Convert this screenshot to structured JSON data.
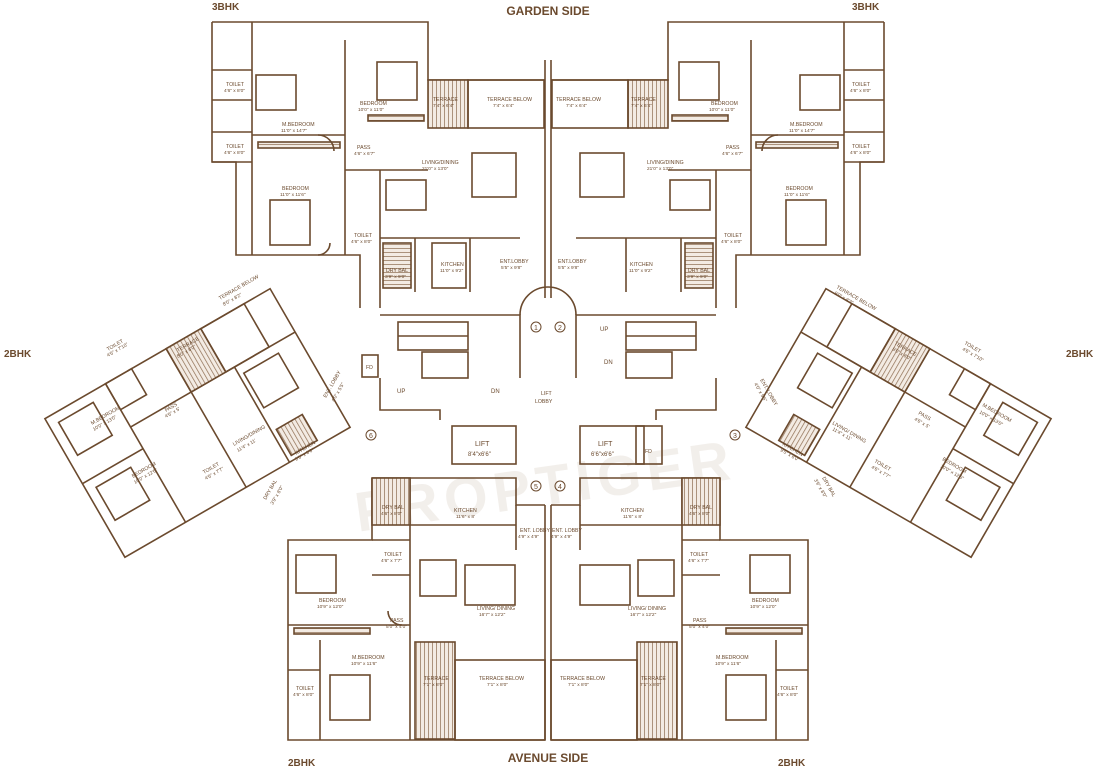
{
  "title_labels": {
    "top": "GARDEN SIDE",
    "bottom": "AVENUE SIDE",
    "top_left": "3BHK",
    "top_right": "3BHK",
    "mid_left": "2BHK",
    "mid_right": "2BHK",
    "bottom_left": "2BHK",
    "bottom_right": "2BHK"
  },
  "watermark": "PROPTIGER",
  "colors": {
    "wall": "#6b4a2e",
    "fill": "#f3ebe3",
    "hatch": "#8c6b4f",
    "bg": "#ffffff"
  },
  "units_3bhk_left": {
    "toilet_1": {
      "name": "TOILET",
      "dim": "4'6\" x 8'0\""
    },
    "toilet_2": {
      "name": "TOILET",
      "dim": "4'6\" x 8'0\""
    },
    "m_bedroom": {
      "name": "M.BEDROOM",
      "dim": "11'0\" x 14'7\""
    },
    "bedroom_top": {
      "name": "BEDROOM",
      "dim": "10'0\" x 11'0\""
    },
    "terrace": {
      "name": "TERRACE",
      "dim": "7'4\" x 6'4\""
    },
    "terrace_below": {
      "name": "TERRACE BELOW",
      "dim": "7'4\" x 6'4\""
    },
    "pass": {
      "name": "PASS",
      "dim": "4'6\" x 6'7\""
    },
    "living": {
      "name": "LIVING/DINING",
      "dim": "21'0\" x 13'0\""
    },
    "bedroom_bottom": {
      "name": "BEDROOM",
      "dim": "11'0\" x 11'6\""
    },
    "toilet_3": {
      "name": "TOILET",
      "dim": "4'6\" x 8'0\""
    },
    "dry_bal": {
      "name": "DRY BAL",
      "dim": "3'9\" x 9'0\""
    },
    "kitchen": {
      "name": "KITCHEN",
      "dim": "11'0\" x 9'2\""
    },
    "ent_lobby": {
      "name": "ENT.LOBBY",
      "dim": "5'5\" x 9'8\""
    }
  },
  "units_3bhk_right": {
    "toilet_1": {
      "name": "TOILET",
      "dim": "4'6\" x 8'0\""
    },
    "toilet_2": {
      "name": "TOILET",
      "dim": "4'6\" x 8'0\""
    },
    "m_bedroom": {
      "name": "M.BEDROOM",
      "dim": "11'0\" x 14'7\""
    },
    "bedroom_top": {
      "name": "BEDROOM",
      "dim": "10'0\" x 11'0\""
    },
    "terrace": {
      "name": "TERRACE",
      "dim": "7'4\" x 6'4\""
    },
    "terrace_below": {
      "name": "TERRACE BELOW",
      "dim": "7'4\" x 6'4\""
    },
    "pass": {
      "name": "PASS",
      "dim": "4'6\" x 6'7\""
    },
    "living": {
      "name": "LIVING/DINING",
      "dim": "21'0\" x 13'0\""
    },
    "bedroom_bottom": {
      "name": "BEDROOM",
      "dim": "11'0\" x 11'6\""
    },
    "toilet_3": {
      "name": "TOILET",
      "dim": "4'6\" x 8'0\""
    },
    "dry_bal": {
      "name": "DRY BAL",
      "dim": "3'9\" x 9'0\""
    },
    "kitchen": {
      "name": "KITCHEN",
      "dim": "11'0\" x 9'2\""
    },
    "ent_lobby": {
      "name": "ENT.LOBBY",
      "dim": "5'5\" x 9'8\""
    }
  },
  "core": {
    "lift_lobby": "LIFT\nLOBBY",
    "lift_lobby_1": "LIFT",
    "lift_lobby_2": "LOBBY",
    "lift_left": {
      "name": "LIFT",
      "dim": "8'4\"x6'6\""
    },
    "lift_right": {
      "name": "LIFT",
      "dim": "6'6\"x6'6\""
    },
    "up_left": "UP",
    "dn_left": "DN",
    "up_right": "UP",
    "dn_right": "DN",
    "fd_left": "FD",
    "fd_right": "FD",
    "flat_numbers": [
      "1",
      "2",
      "3",
      "4",
      "5",
      "6"
    ]
  },
  "units_2bhk_bottom_left": {
    "kitchen": {
      "name": "KITCHEN",
      "dim": "11'6\" x 8'"
    },
    "dry_bal": {
      "name": "DRY BAL",
      "dim": "4'6\" x 8'0\""
    },
    "ent_lobby": {
      "name": "ENT. LOBBY",
      "dim": "4'9\" x 4'9\""
    },
    "toilet_1": {
      "name": "TOILET",
      "dim": "4'6\" x 7'7\""
    },
    "bedroom": {
      "name": "BEDROOM",
      "dim": "10'9\" x 12'0\""
    },
    "living": {
      "name": "LIVING/ DINING",
      "dim": "16'7\" x 12'2\""
    },
    "pass": {
      "name": "PASS",
      "dim": "5'0\" x 4'0\""
    },
    "m_bedroom": {
      "name": "M.BEDROOM",
      "dim": "10'9\" x 11'6\""
    },
    "toilet_2": {
      "name": "TOILET",
      "dim": "4'6\" x 8'0\""
    },
    "terrace": {
      "name": "TERRACE",
      "dim": "7'1\" x 8'0\""
    },
    "terrace_below": {
      "name": "TERRACE BELOW",
      "dim": "7'1\" x 8'0\""
    }
  },
  "units_2bhk_bottom_right": {
    "kitchen": {
      "name": "KITCHEN",
      "dim": "11'6\" x 8'"
    },
    "dry_bal": {
      "name": "DRY BAL",
      "dim": "4'6\" x 8'0\""
    },
    "ent_lobby": {
      "name": "ENT. LOBBY",
      "dim": "4'9\" x 4'9\""
    },
    "toilet_1": {
      "name": "TOILET",
      "dim": "4'6\" x 7'7\""
    },
    "bedroom": {
      "name": "BEDROOM",
      "dim": "10'9\" x 12'0\""
    },
    "living": {
      "name": "LIVING/ DINING",
      "dim": "16'7\" x 12'2\""
    },
    "pass": {
      "name": "PASS",
      "dim": "5'0\" x 4'0\""
    },
    "m_bedroom": {
      "name": "M.BEDROOM",
      "dim": "10'9\" x 11'6\""
    },
    "toilet_2": {
      "name": "TOILET",
      "dim": "4'6\" x 8'0\""
    },
    "terrace": {
      "name": "TERRACE",
      "dim": "7'1\" x 8'0\""
    },
    "terrace_below": {
      "name": "TERRACE BELOW",
      "dim": "7'1\" x 8'0\""
    }
  },
  "units_2bhk_wing_left": {
    "terrace_below": {
      "name": "TERRACE BELOW",
      "dim": "8'0\" x 8'2\""
    },
    "terrace": {
      "name": "TERRACE",
      "dim": "8'0\" x 8'0\""
    },
    "toilet_1": {
      "name": "TOILET",
      "dim": "4'6\" x 7'10\""
    },
    "m_bedroom": {
      "name": "M.BEDROOM",
      "dim": "10'0\" x 13'0\""
    },
    "pass": {
      "name": "PASS",
      "dim": "4'6\" x 5'"
    },
    "bedroom": {
      "name": "BEDROOM",
      "dim": "10'0\" x 12'6\""
    },
    "toilet_2": {
      "name": "TOILET",
      "dim": "4'6\" x 7'7\""
    },
    "living": {
      "name": "LIVING/DINING",
      "dim": "11'4\" x 11'"
    },
    "ent_lobby": {
      "name": "ENT. LOBBY",
      "dim": "4'0\" x 5'5\""
    },
    "kitchen": {
      "name": "KITCHEN",
      "dim": "9'5\" x 8'0\""
    },
    "dry_bal": {
      "name": "DRY BAL",
      "dim": "3'9\" x 8'0\""
    }
  },
  "units_2bhk_wing_right": {
    "terrace_below": {
      "name": "TERRACE BELOW",
      "dim": "8'0\" x 8'2\""
    },
    "terrace": {
      "name": "TERRACE",
      "dim": "8'0\" x 8'0\""
    },
    "toilet_1": {
      "name": "TOILET",
      "dim": "4'6\" x 7'10\""
    },
    "m_bedroom": {
      "name": "M.BEDROOM",
      "dim": "10'0\" x 13'0\""
    },
    "pass": {
      "name": "PASS",
      "dim": "4'6\" x 5'"
    },
    "bedroom": {
      "name": "BEDROOM",
      "dim": "10'0\" x 12'6\""
    },
    "toilet_2": {
      "name": "TOILET",
      "dim": "4'6\" x 7'7\""
    },
    "living": {
      "name": "LIVING/ DINING",
      "dim": "11'4\" x 11'"
    },
    "ent_lobby": {
      "name": "ENT. LOBBY",
      "dim": "4'0\" x 5'5\""
    },
    "kitchen": {
      "name": "KITCHEN",
      "dim": "9'5\" x 8'0\""
    },
    "dry_bal": {
      "name": "DRY BAL",
      "dim": "3'9\" x 8'0\""
    }
  }
}
